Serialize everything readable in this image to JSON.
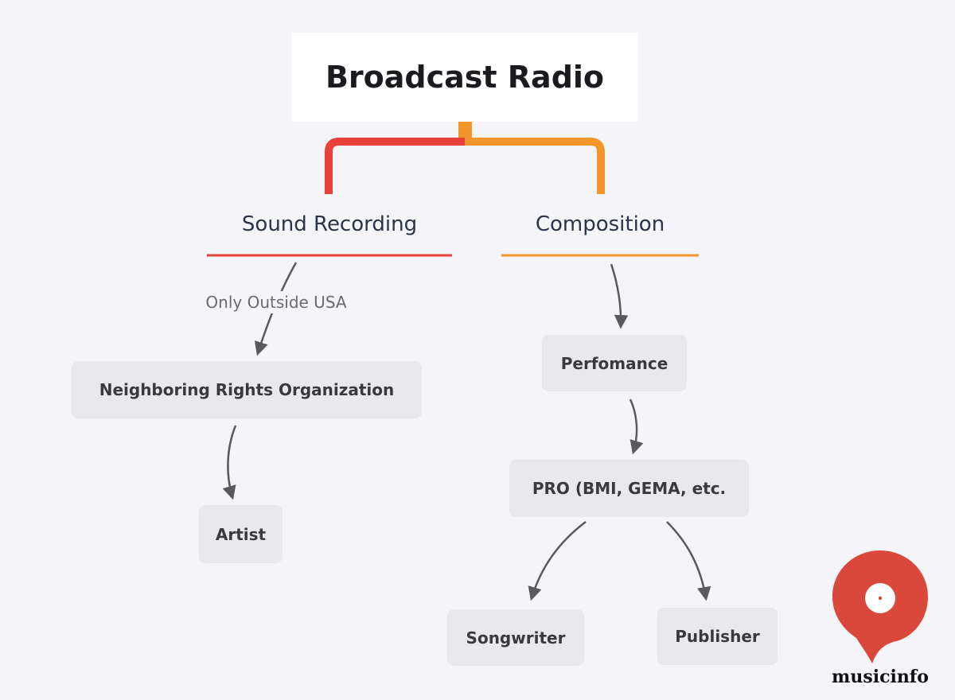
{
  "root": {
    "label": "Broadcast Radio"
  },
  "branches": {
    "sound_recording": {
      "label": "Sound Recording",
      "color": "#e8413a"
    },
    "composition": {
      "label": "Composition",
      "color": "#f5962b"
    }
  },
  "edge_labels": {
    "only_outside_usa": "Only Outside USA"
  },
  "nodes": {
    "neighboring_rights": "Neighboring Rights Organization",
    "artist": "Artist",
    "performance": "Perfomance",
    "pro": "PRO (BMI, GEMA, etc.",
    "songwriter": "Songwriter",
    "publisher": "Publisher"
  },
  "logo": {
    "text": "musicinfo",
    "color": "#d9483b"
  }
}
